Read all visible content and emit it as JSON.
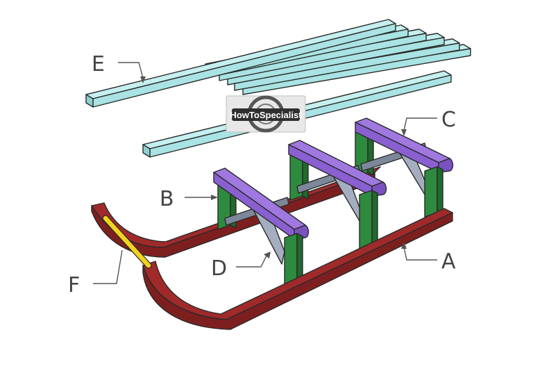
{
  "labels": {
    "runner": "A",
    "seat_support": "B",
    "crossbar": "C",
    "brace": "D",
    "deck_slats": "E",
    "handle": "F"
  },
  "watermark": {
    "text": "HowToSpecialist"
  },
  "colors": {
    "runner": "#a02a2a",
    "runner_dark": "#7e1f1f",
    "leg": "#2e8a3e",
    "leg_dark": "#1f6a2c",
    "crossbar": "#8a5fd0",
    "crossbar_top": "#9f78e0",
    "brace": "#a4aec0",
    "brace_dark": "#7d879b",
    "slat": "#a9e3e3",
    "slat_top": "#c6f0f0",
    "handle": "#f2d21b"
  }
}
